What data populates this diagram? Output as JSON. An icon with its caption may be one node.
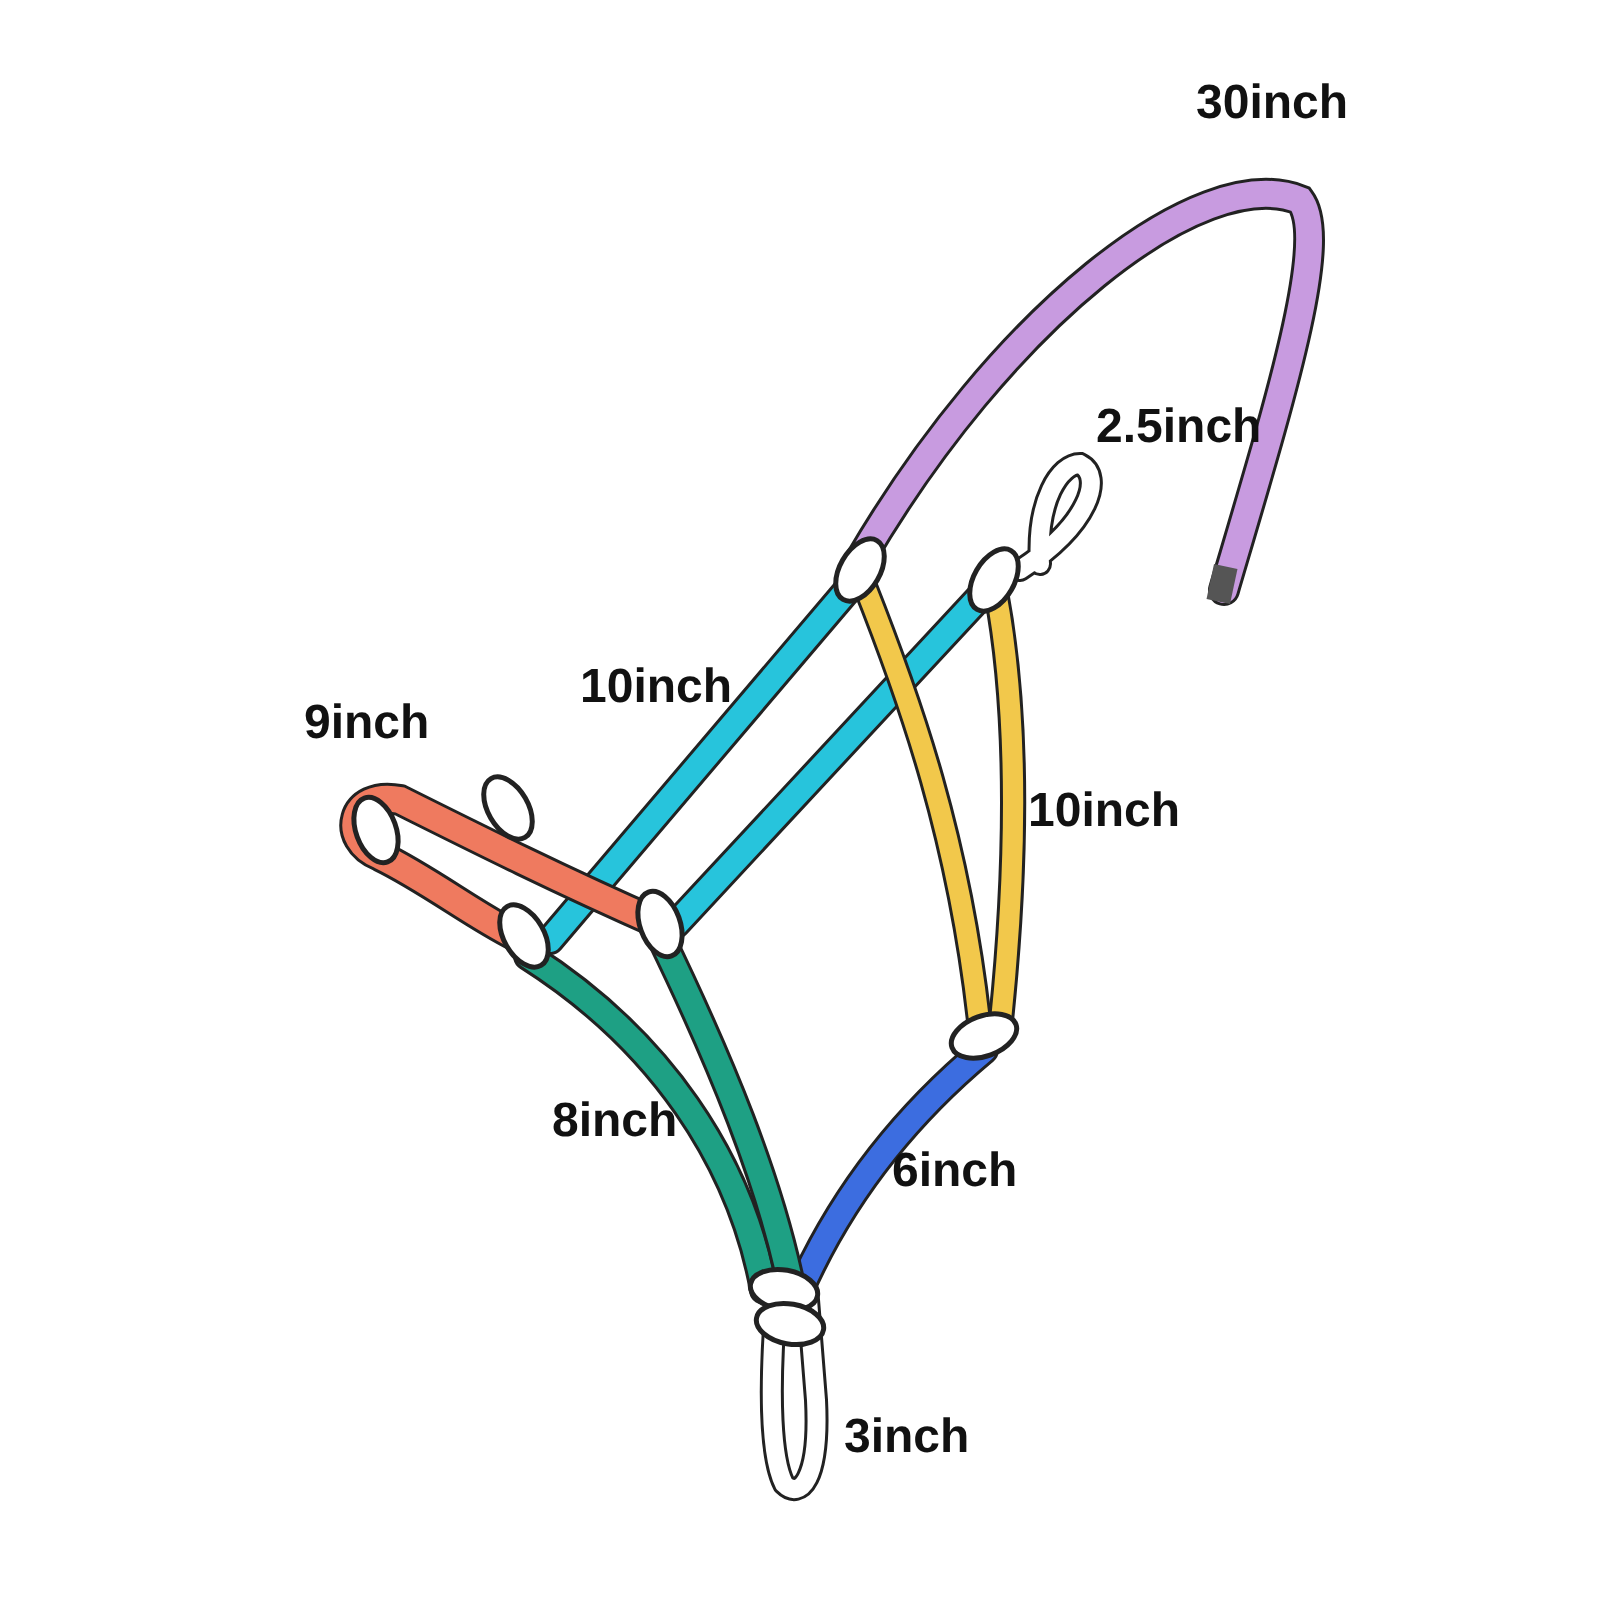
{
  "diagram": {
    "labels": [
      "30inch",
      "2.5inch",
      "9inch",
      "10inch",
      "10inch",
      "8inch",
      "6inch",
      "3inch"
    ]
  }
}
